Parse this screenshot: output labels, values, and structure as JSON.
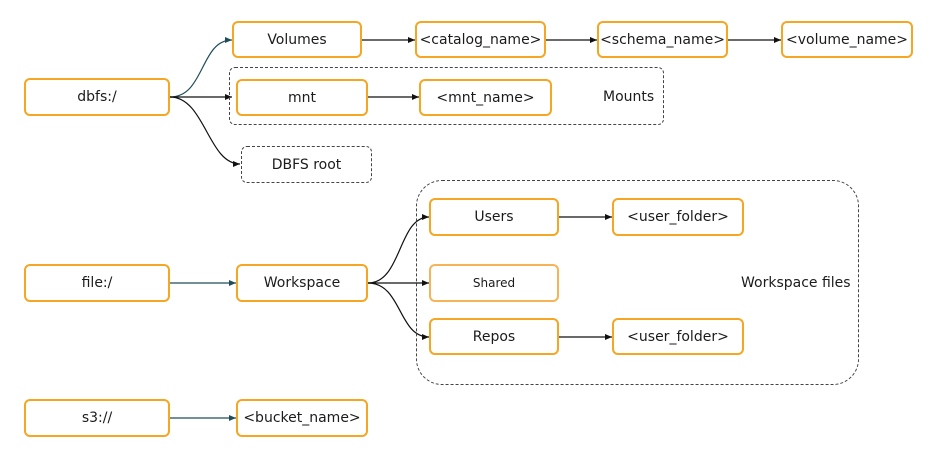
{
  "nodes": {
    "dbfs": "dbfs:/",
    "volumes": "Volumes",
    "catalog": "<catalog_name>",
    "schema": "<schema_name>",
    "volume": "<volume_name>",
    "mnt": "mnt",
    "mnt_name": "<mnt_name>",
    "dbfs_root": "DBFS root",
    "file": "file:/",
    "workspace": "Workspace",
    "users": "Users",
    "users_folder": "<user_folder>",
    "shared": "Shared",
    "repos": "Repos",
    "repos_folder": "<user_folder>",
    "s3": "s3://",
    "bucket": "<bucket_name>"
  },
  "groups": {
    "mounts": "Mounts",
    "workspace_files": "Workspace files"
  },
  "colors": {
    "node_border": "#f5a623",
    "edge_teal": "#1f4e5a",
    "edge_dark": "#111111",
    "group_border": "#444444"
  }
}
